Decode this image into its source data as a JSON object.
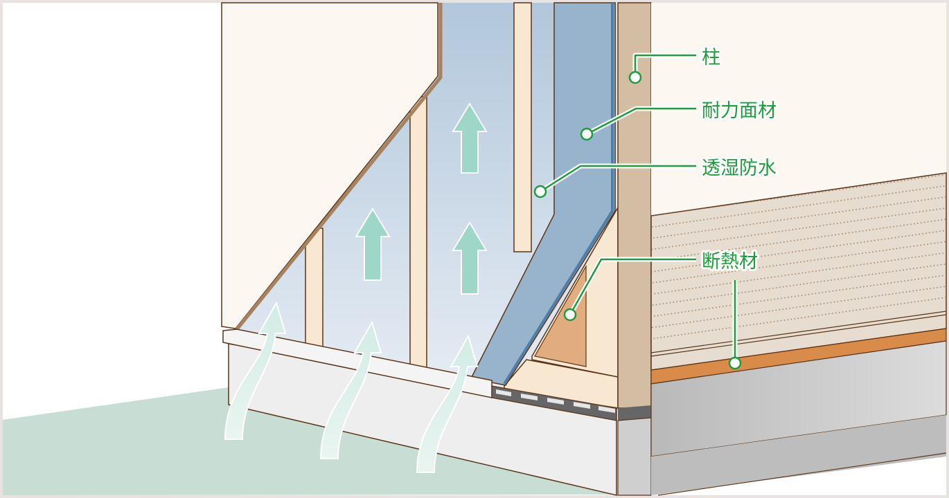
{
  "labels": {
    "column": "柱",
    "structural_panel": "耐力面材",
    "breathable_membrane": "透湿防水",
    "insulation": "断熱材"
  },
  "colors": {
    "leader": "#1f9a3c",
    "outline": "#5a3418",
    "airflow_arrow": "#9ed6c8",
    "membrane": "#97b4cc",
    "ground": "#c8ddd3"
  }
}
